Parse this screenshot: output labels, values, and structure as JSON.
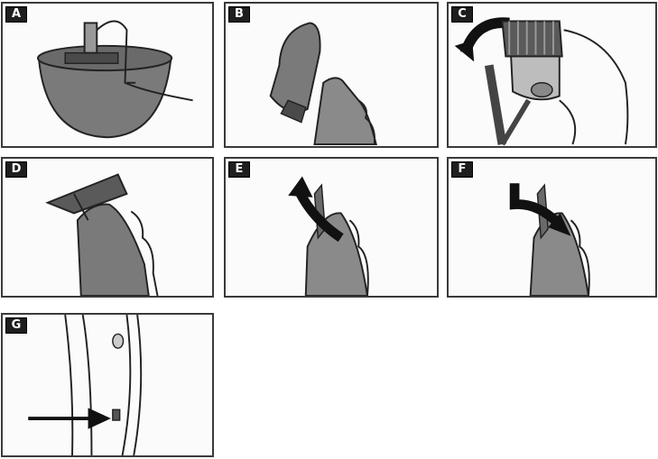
{
  "panels": [
    {
      "label": "A"
    },
    {
      "label": "B"
    },
    {
      "label": "C"
    },
    {
      "label": "D"
    },
    {
      "label": "E"
    },
    {
      "label": "F"
    },
    {
      "label": "G"
    }
  ],
  "colors": {
    "border": "#3a3a3a",
    "device_fill": "#7a7a7a",
    "device_dark": "#4a4a4a",
    "arrow": "#111111",
    "background": "#fbfbfb"
  }
}
